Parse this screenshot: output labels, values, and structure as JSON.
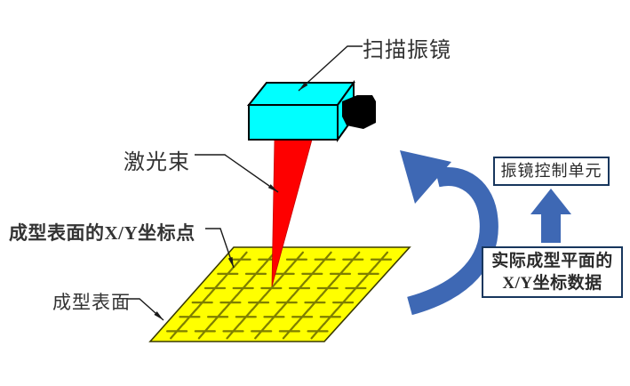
{
  "diagram": {
    "labels": {
      "scanner": "扫描振镜",
      "laser_beam": "激光束",
      "surface_points": "成型表面的X/Y坐标点",
      "surface": "成型表面"
    },
    "boxes": {
      "control_unit": "振镜控制单元",
      "data_feedback_line1": "实际成型平面的",
      "data_feedback_line2": "X/Y坐标数据"
    },
    "colors": {
      "scanner_cyan": "#00ffff",
      "laser_red": "#fe0000",
      "surface_yellow": "#ffff00",
      "marks_olive": "#7f7f00",
      "arrow_blue": "#3e68b4",
      "box_border": "#17365d",
      "outline_black": "#000000"
    },
    "marks_grid": {
      "rows": 6,
      "cols": 6
    }
  }
}
